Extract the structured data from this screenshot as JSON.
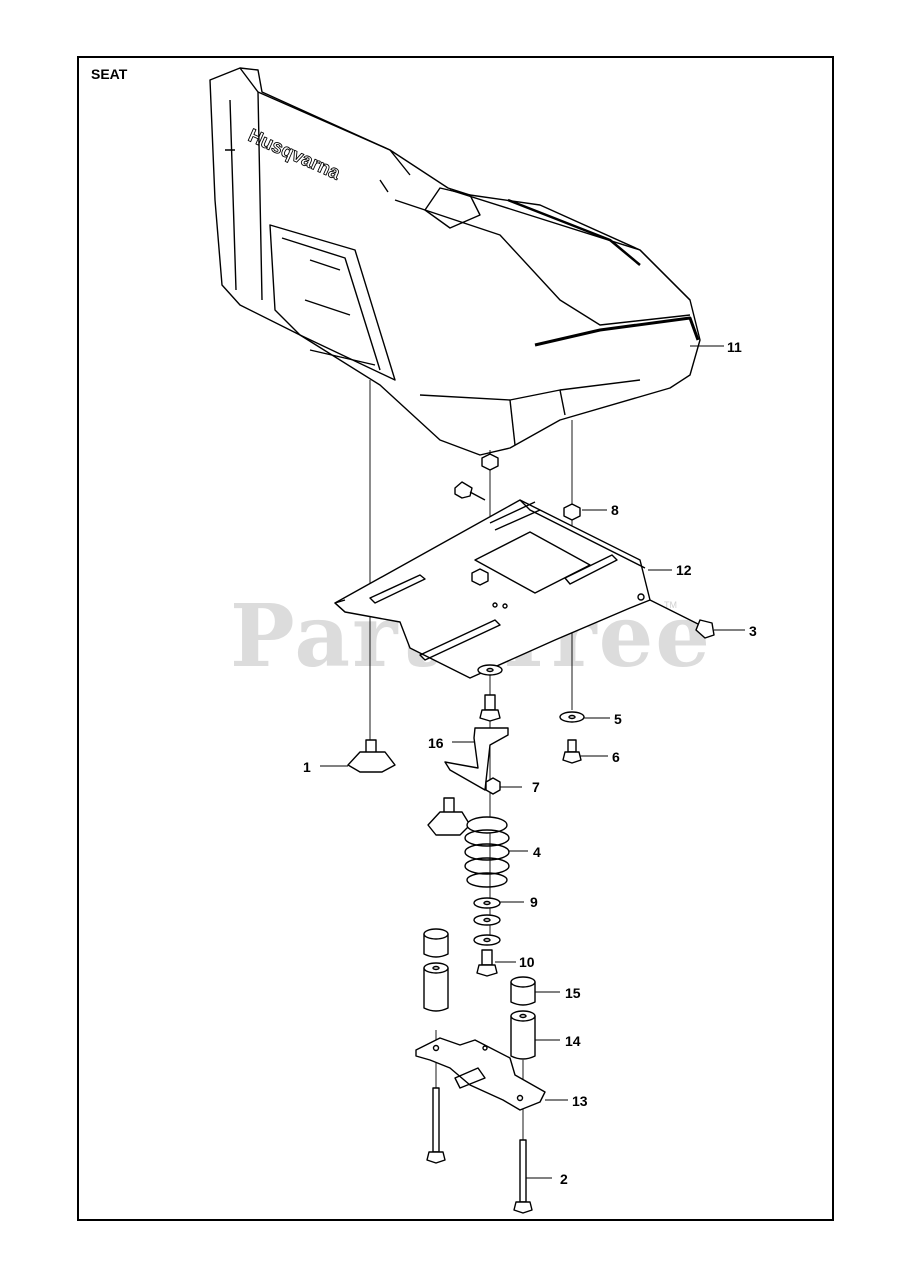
{
  "diagram": {
    "title": "SEAT",
    "brand_on_seat": "Husqvarna",
    "watermark": "PartsTree",
    "watermark_mark": "TM",
    "callouts": [
      "1",
      "2",
      "3",
      "4",
      "5",
      "6",
      "7",
      "8",
      "9",
      "10",
      "11",
      "12",
      "13",
      "14",
      "15",
      "16"
    ]
  }
}
